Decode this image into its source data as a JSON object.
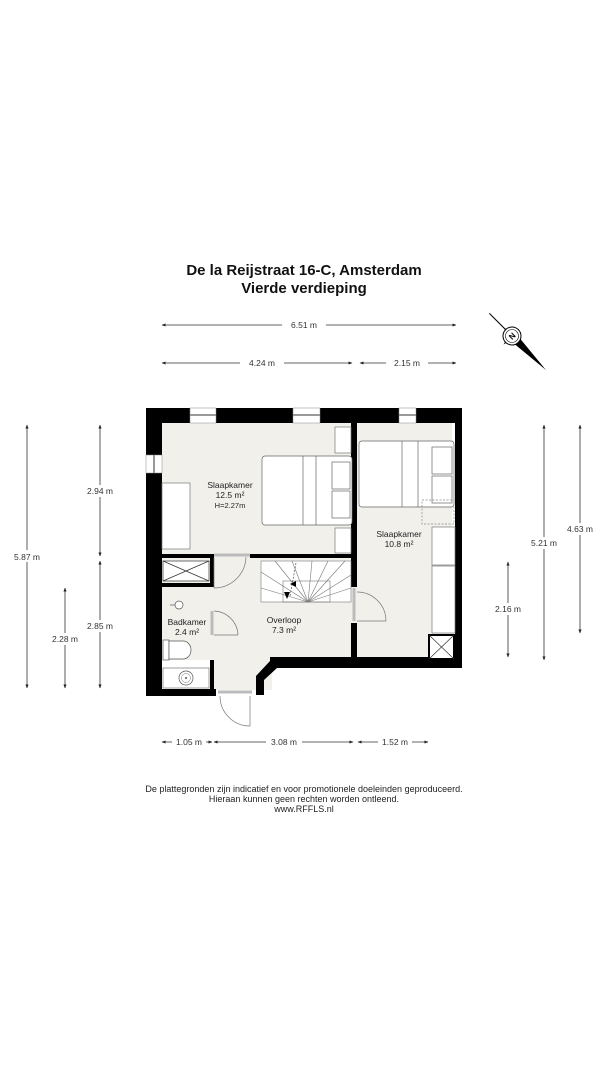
{
  "header": {
    "address": "De la Reijstraat 16-C, Amsterdam",
    "floor": "Vierde verdieping"
  },
  "compass": {
    "icon": "north-arrow-icon",
    "label": "N"
  },
  "dimensions": {
    "top_total": "6.51 m",
    "top_left": "4.24 m",
    "top_right": "2.15 m",
    "left_total": "5.87 m",
    "left_upper": "2.94 m",
    "left_lower": "2.85 m",
    "left_bath": "2.28 m",
    "right_outer": "4.63 m",
    "right_middle": "5.21 m",
    "right_inner": "2.16 m",
    "bottom_left": "1.05 m",
    "bottom_middle": "3.08 m",
    "bottom_right": "1.52 m"
  },
  "rooms": [
    {
      "name": "Slaapkamer",
      "area": "12.5 m²",
      "height": "H=2.27m"
    },
    {
      "name": "Slaapkamer",
      "area": "10.8 m²"
    },
    {
      "name": "Badkamer",
      "area": "2.4 m²"
    },
    {
      "name": "Overloop",
      "area": "7.3 m²"
    }
  ],
  "footer": {
    "line1": "De plattegronden zijn indicatief en voor promotionele doeleinden geproduceerd.",
    "line2": "Hieraan kunnen geen rechten worden ontleend.",
    "line3": "www.RFFLS.nl"
  },
  "colors": {
    "wall": "#000000",
    "floor": "#f2f0eb",
    "background": "#ffffff"
  }
}
